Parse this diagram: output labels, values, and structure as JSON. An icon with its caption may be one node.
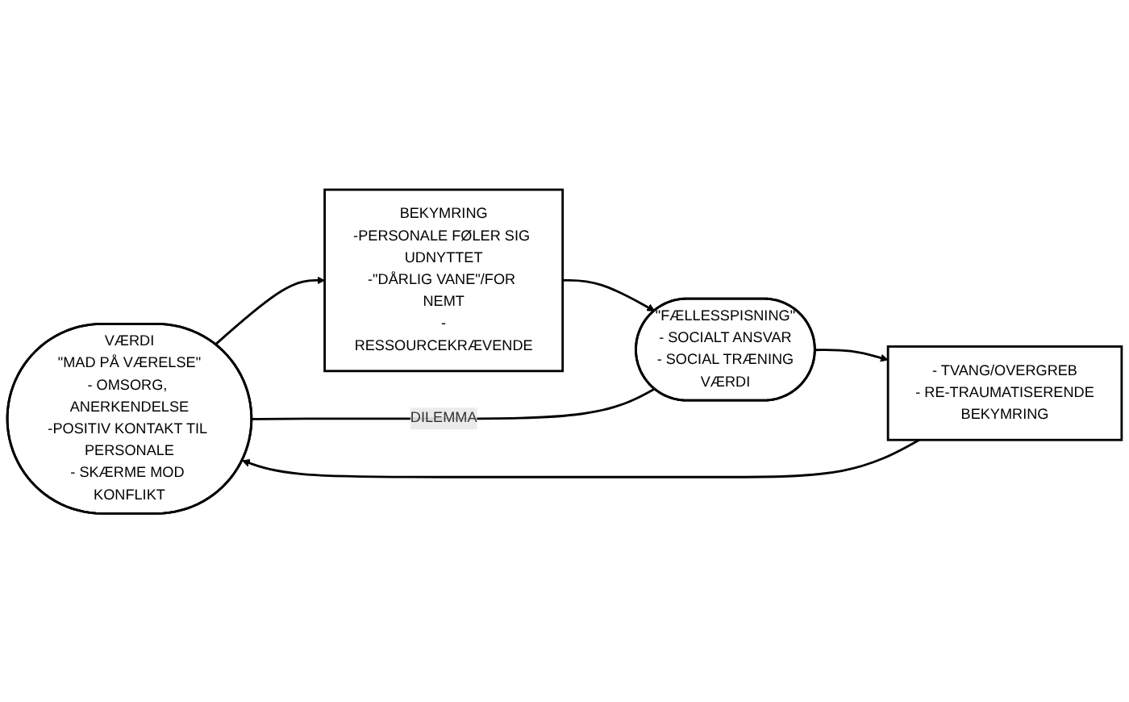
{
  "diagram": {
    "nodes": [
      {
        "text": [
          "VÆRDI",
          "\"MAD PÅ VÆRELSE\"",
          "- OMSORG, ANERKENDELSE",
          "-POSITIV KONTAKT TIL PERSONALE",
          "- SKÆRME MOD KONFLIKT"
        ]
      },
      {
        "text": [
          "BEKYMRING",
          "-PERSONALE FØLER SIG UDNYTTET",
          "-\"DÅRLIG VANE\"/FOR NEMT",
          "-RESSOURCEKRÆVENDE"
        ]
      },
      {
        "text": [
          "\"FÆLLESSPISNING\"",
          "- SOCIALT ANSVAR",
          "- SOCIAL TRÆNING",
          "VÆRDI"
        ]
      },
      {
        "text": [
          "- TVANG/OVERGREB",
          "- RE-TRAUMATISERENDE",
          "BEKYMRING"
        ]
      }
    ],
    "edges": [
      {
        "from": 0,
        "to": 1,
        "arrow": "to"
      },
      {
        "from": 1,
        "to": 2,
        "arrow": "to"
      },
      {
        "from": 2,
        "to": 3,
        "arrow": "to"
      },
      {
        "from": 3,
        "to": 0,
        "arrow": "to"
      },
      {
        "from": 0,
        "to": 2,
        "arrow": "none",
        "label": "DILEMMA"
      }
    ]
  }
}
